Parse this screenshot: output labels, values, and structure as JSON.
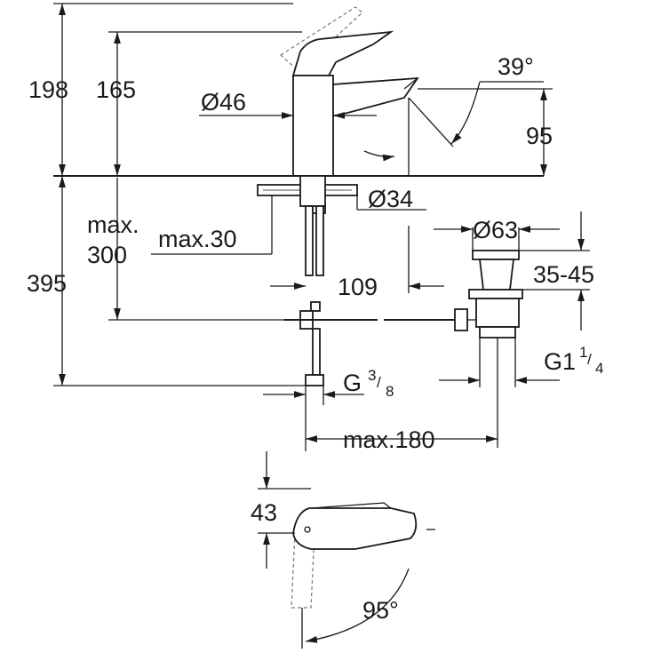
{
  "labels": {
    "h_total": "198",
    "h_spout": "165",
    "angle_spout": "39°",
    "spout_reach_v": "95",
    "body_diameter": "Ø46",
    "hole_diameter": "Ø34",
    "flex_hose_max_label": "max.",
    "flex_hose_max_value": "300",
    "deck_thickness": "max.30",
    "drain_height": "395",
    "hose_offset": "109",
    "waste_diameter": "Ø63",
    "waste_range": "35-45",
    "thread_waste_main": "G1",
    "thread_waste_num": "1",
    "thread_waste_den": "4",
    "thread_hose_main": "G",
    "thread_hose_num": "3",
    "thread_hose_den": "8",
    "max_offset": "max.180",
    "lever_height": "43",
    "lever_angle": "95°"
  }
}
